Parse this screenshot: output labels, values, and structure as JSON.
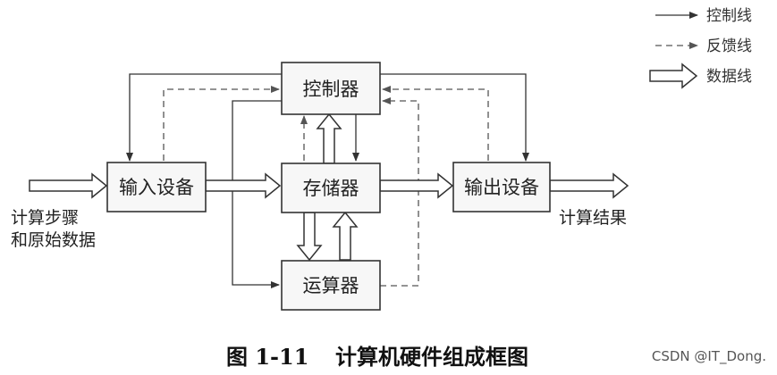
{
  "legend": {
    "control_line": "控制线",
    "feedback_line": "反馈线",
    "data_line": "数据线"
  },
  "boxes": {
    "controller": "控制器",
    "input_device": "输入设备",
    "memory": "存储器",
    "output_device": "输出设备",
    "alu": "运算器"
  },
  "labels": {
    "input_line1": "计算步骤",
    "input_line2": "和原始数据",
    "output": "计算结果"
  },
  "caption": {
    "figure_number": "图 1-11",
    "title": "计算机硬件组成框图"
  },
  "watermark": "CSDN @IT_Dong."
}
